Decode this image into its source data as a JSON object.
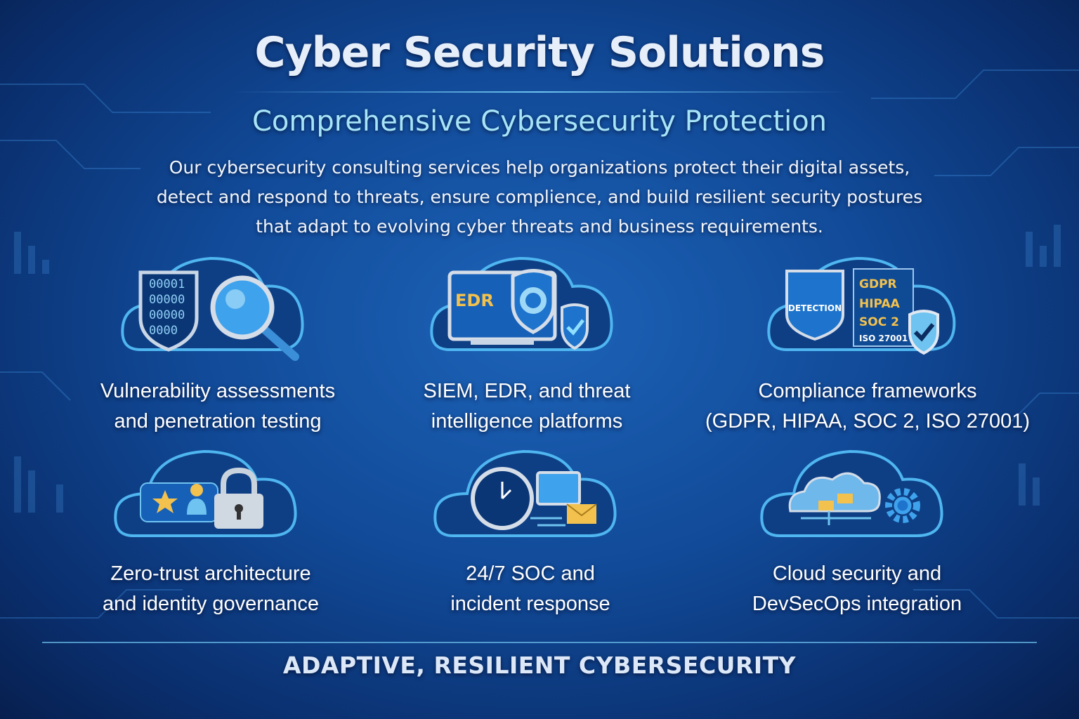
{
  "header": {
    "title": "Cyber Security Solutions",
    "subtitle": "Comprehensive Cybersecurity Protection",
    "description": [
      "Our cybersecurity consulting services help organizations protect their digital assets,",
      "detect and respond to threats, ensure complience, and build resilient security postures",
      "that adapt to evolving cyber threats and business requirements."
    ]
  },
  "services": [
    {
      "icon": "shield-magnifier-icon",
      "lines": [
        "Vulnerability assessments",
        "and penetration testing"
      ],
      "binary": [
        "00001",
        "00000",
        "00000",
        "0000"
      ]
    },
    {
      "icon": "edr-monitor-icon",
      "lines": [
        "SIEM, EDR, and threat",
        "intelligence platforms"
      ],
      "badge": "EDR"
    },
    {
      "icon": "compliance-shield-icon",
      "lines": [
        "Compliance frameworks",
        "(GDPR, HIPAA, SOC 2, ISO 27001)"
      ],
      "shield_text": "DETECTION",
      "doc": [
        "GDPR",
        "HIPAA",
        "SOC 2",
        "ISO 27001"
      ]
    },
    {
      "icon": "identity-lock-icon",
      "lines": [
        "Zero-trust architecture",
        "and identity governance"
      ]
    },
    {
      "icon": "clock-monitor-icon",
      "lines": [
        "24/7 SOC and",
        "incident response"
      ]
    },
    {
      "icon": "cloud-gear-icon",
      "lines": [
        "Cloud security and",
        "DevSecOps integration"
      ]
    }
  ],
  "footer": "ADAPTIVE, RESILIENT CYBERSECURITY",
  "colors": {
    "background": "#114a98",
    "accent": "#6fc3f0",
    "subtitle": "#a6e4f7",
    "doc_text": "#f2c14e"
  }
}
